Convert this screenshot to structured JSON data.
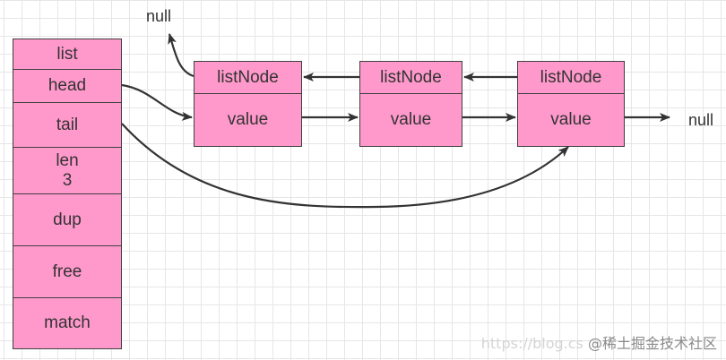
{
  "list_struct": {
    "fields": [
      "list",
      "head",
      "tail",
      "len",
      "dup",
      "free",
      "match"
    ],
    "len_value": "3"
  },
  "nodes": [
    {
      "title": "listNode",
      "value": "value"
    },
    {
      "title": "listNode",
      "value": "value"
    },
    {
      "title": "listNode",
      "value": "value"
    }
  ],
  "null_labels": {
    "top": "null",
    "right": "null"
  },
  "watermark": {
    "url": "https://blog.cs",
    "site": "@稀土掘金技术社区"
  }
}
